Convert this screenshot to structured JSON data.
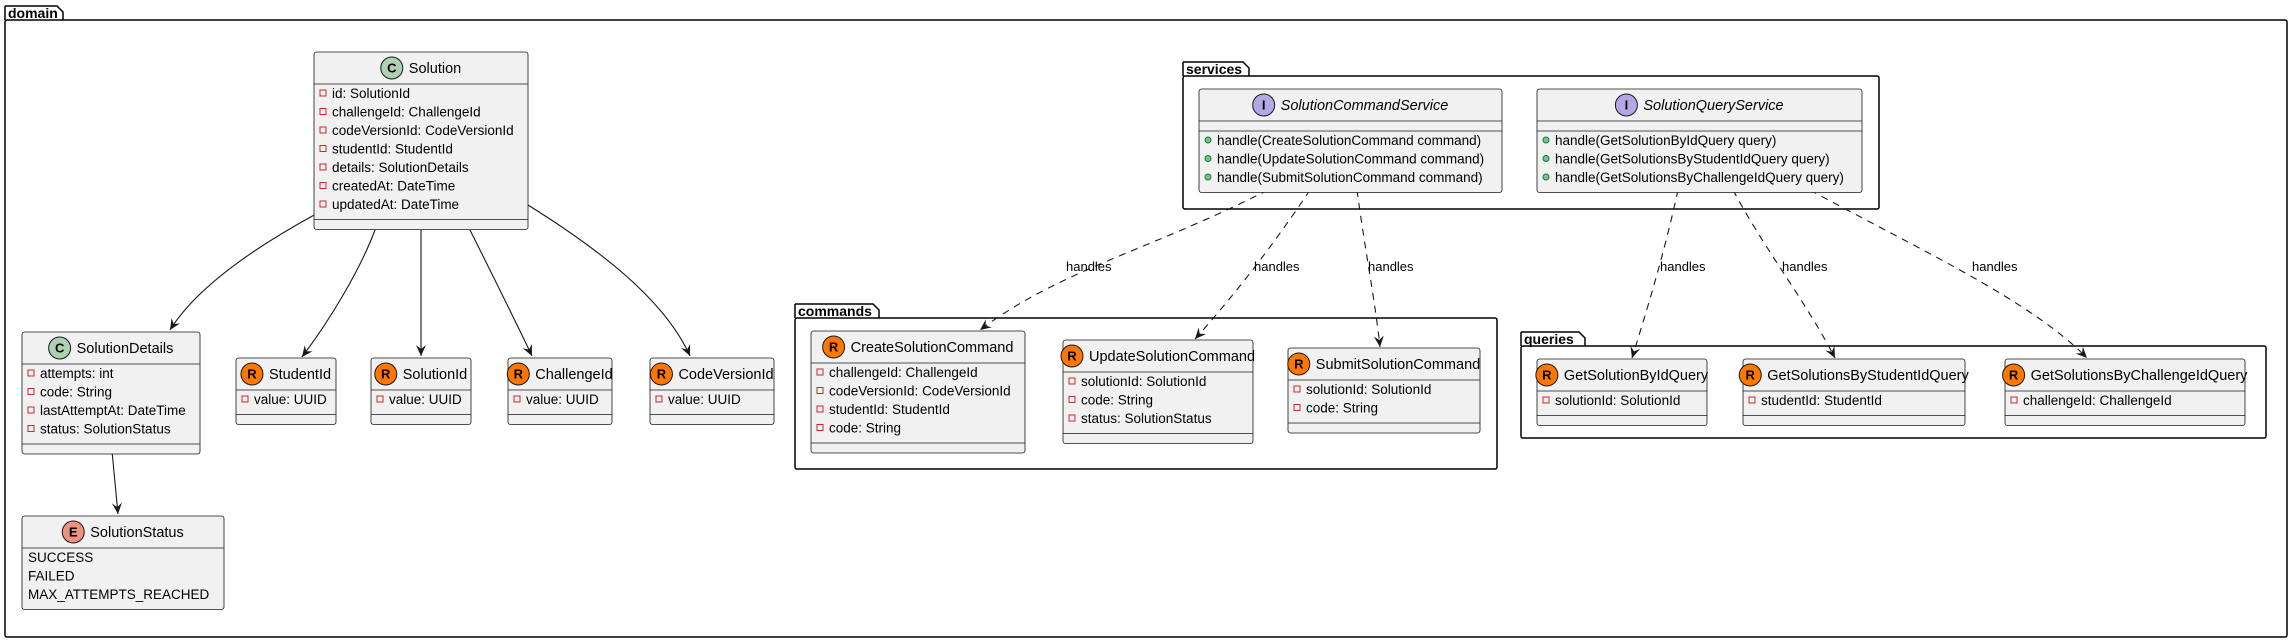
{
  "colors": {
    "class_badge": "#add1b2",
    "interface_badge": "#b4a7e5",
    "record_badge": "#ff7700",
    "enum_badge": "#eb937f",
    "box_fill": "#f1f1f1",
    "private_marker": "#c82930",
    "public_marker": "#84be84"
  },
  "packages": {
    "domain": "domain",
    "services": "services",
    "commands": "commands",
    "queries": "queries"
  },
  "classes": {
    "solution": {
      "kind": "C",
      "name": "Solution",
      "fields": [
        "id: SolutionId",
        "challengeId: ChallengeId",
        "codeVersionId: CodeVersionId",
        "studentId: StudentId",
        "details: SolutionDetails",
        "createdAt: DateTime",
        "updatedAt: DateTime"
      ]
    },
    "solution_details": {
      "kind": "C",
      "name": "SolutionDetails",
      "fields": [
        "attempts: int",
        "code: String",
        "lastAttemptAt: DateTime",
        "status: SolutionStatus"
      ]
    },
    "solution_status": {
      "kind": "E",
      "name": "SolutionStatus",
      "values": [
        "SUCCESS",
        "FAILED",
        "MAX_ATTEMPTS_REACHED"
      ]
    },
    "student_id": {
      "kind": "R",
      "name": "StudentId",
      "fields": [
        "value: UUID"
      ]
    },
    "solution_id": {
      "kind": "R",
      "name": "SolutionId",
      "fields": [
        "value: UUID"
      ]
    },
    "challenge_id": {
      "kind": "R",
      "name": "ChallengeId",
      "fields": [
        "value: UUID"
      ]
    },
    "code_version_id": {
      "kind": "R",
      "name": "CodeVersionId",
      "fields": [
        "value: UUID"
      ]
    },
    "command_service": {
      "kind": "I",
      "name": "SolutionCommandService",
      "methods": [
        "handle(CreateSolutionCommand command)",
        "handle(UpdateSolutionCommand command)",
        "handle(SubmitSolutionCommand command)"
      ]
    },
    "query_service": {
      "kind": "I",
      "name": "SolutionQueryService",
      "methods": [
        "handle(GetSolutionByIdQuery query)",
        "handle(GetSolutionsByStudentIdQuery query)",
        "handle(GetSolutionsByChallengeIdQuery query)"
      ]
    },
    "create_command": {
      "kind": "R",
      "name": "CreateSolutionCommand",
      "fields": [
        "challengeId: ChallengeId",
        "codeVersionId: CodeVersionId",
        "studentId: StudentId",
        "code: String"
      ]
    },
    "update_command": {
      "kind": "R",
      "name": "UpdateSolutionCommand",
      "fields": [
        "solutionId: SolutionId",
        "code: String",
        "status: SolutionStatus"
      ]
    },
    "submit_command": {
      "kind": "R",
      "name": "SubmitSolutionCommand",
      "fields": [
        "solutionId: SolutionId",
        "code: String"
      ]
    },
    "by_id_query": {
      "kind": "R",
      "name": "GetSolutionByIdQuery",
      "fields": [
        "solutionId: SolutionId"
      ]
    },
    "by_student_query": {
      "kind": "R",
      "name": "GetSolutionsByStudentIdQuery",
      "fields": [
        "studentId: StudentId"
      ]
    },
    "by_challenge_query": {
      "kind": "R",
      "name": "GetSolutionsByChallengeIdQuery",
      "fields": [
        "challengeId: ChallengeId"
      ]
    }
  },
  "relations": {
    "handles_label": "handles"
  }
}
